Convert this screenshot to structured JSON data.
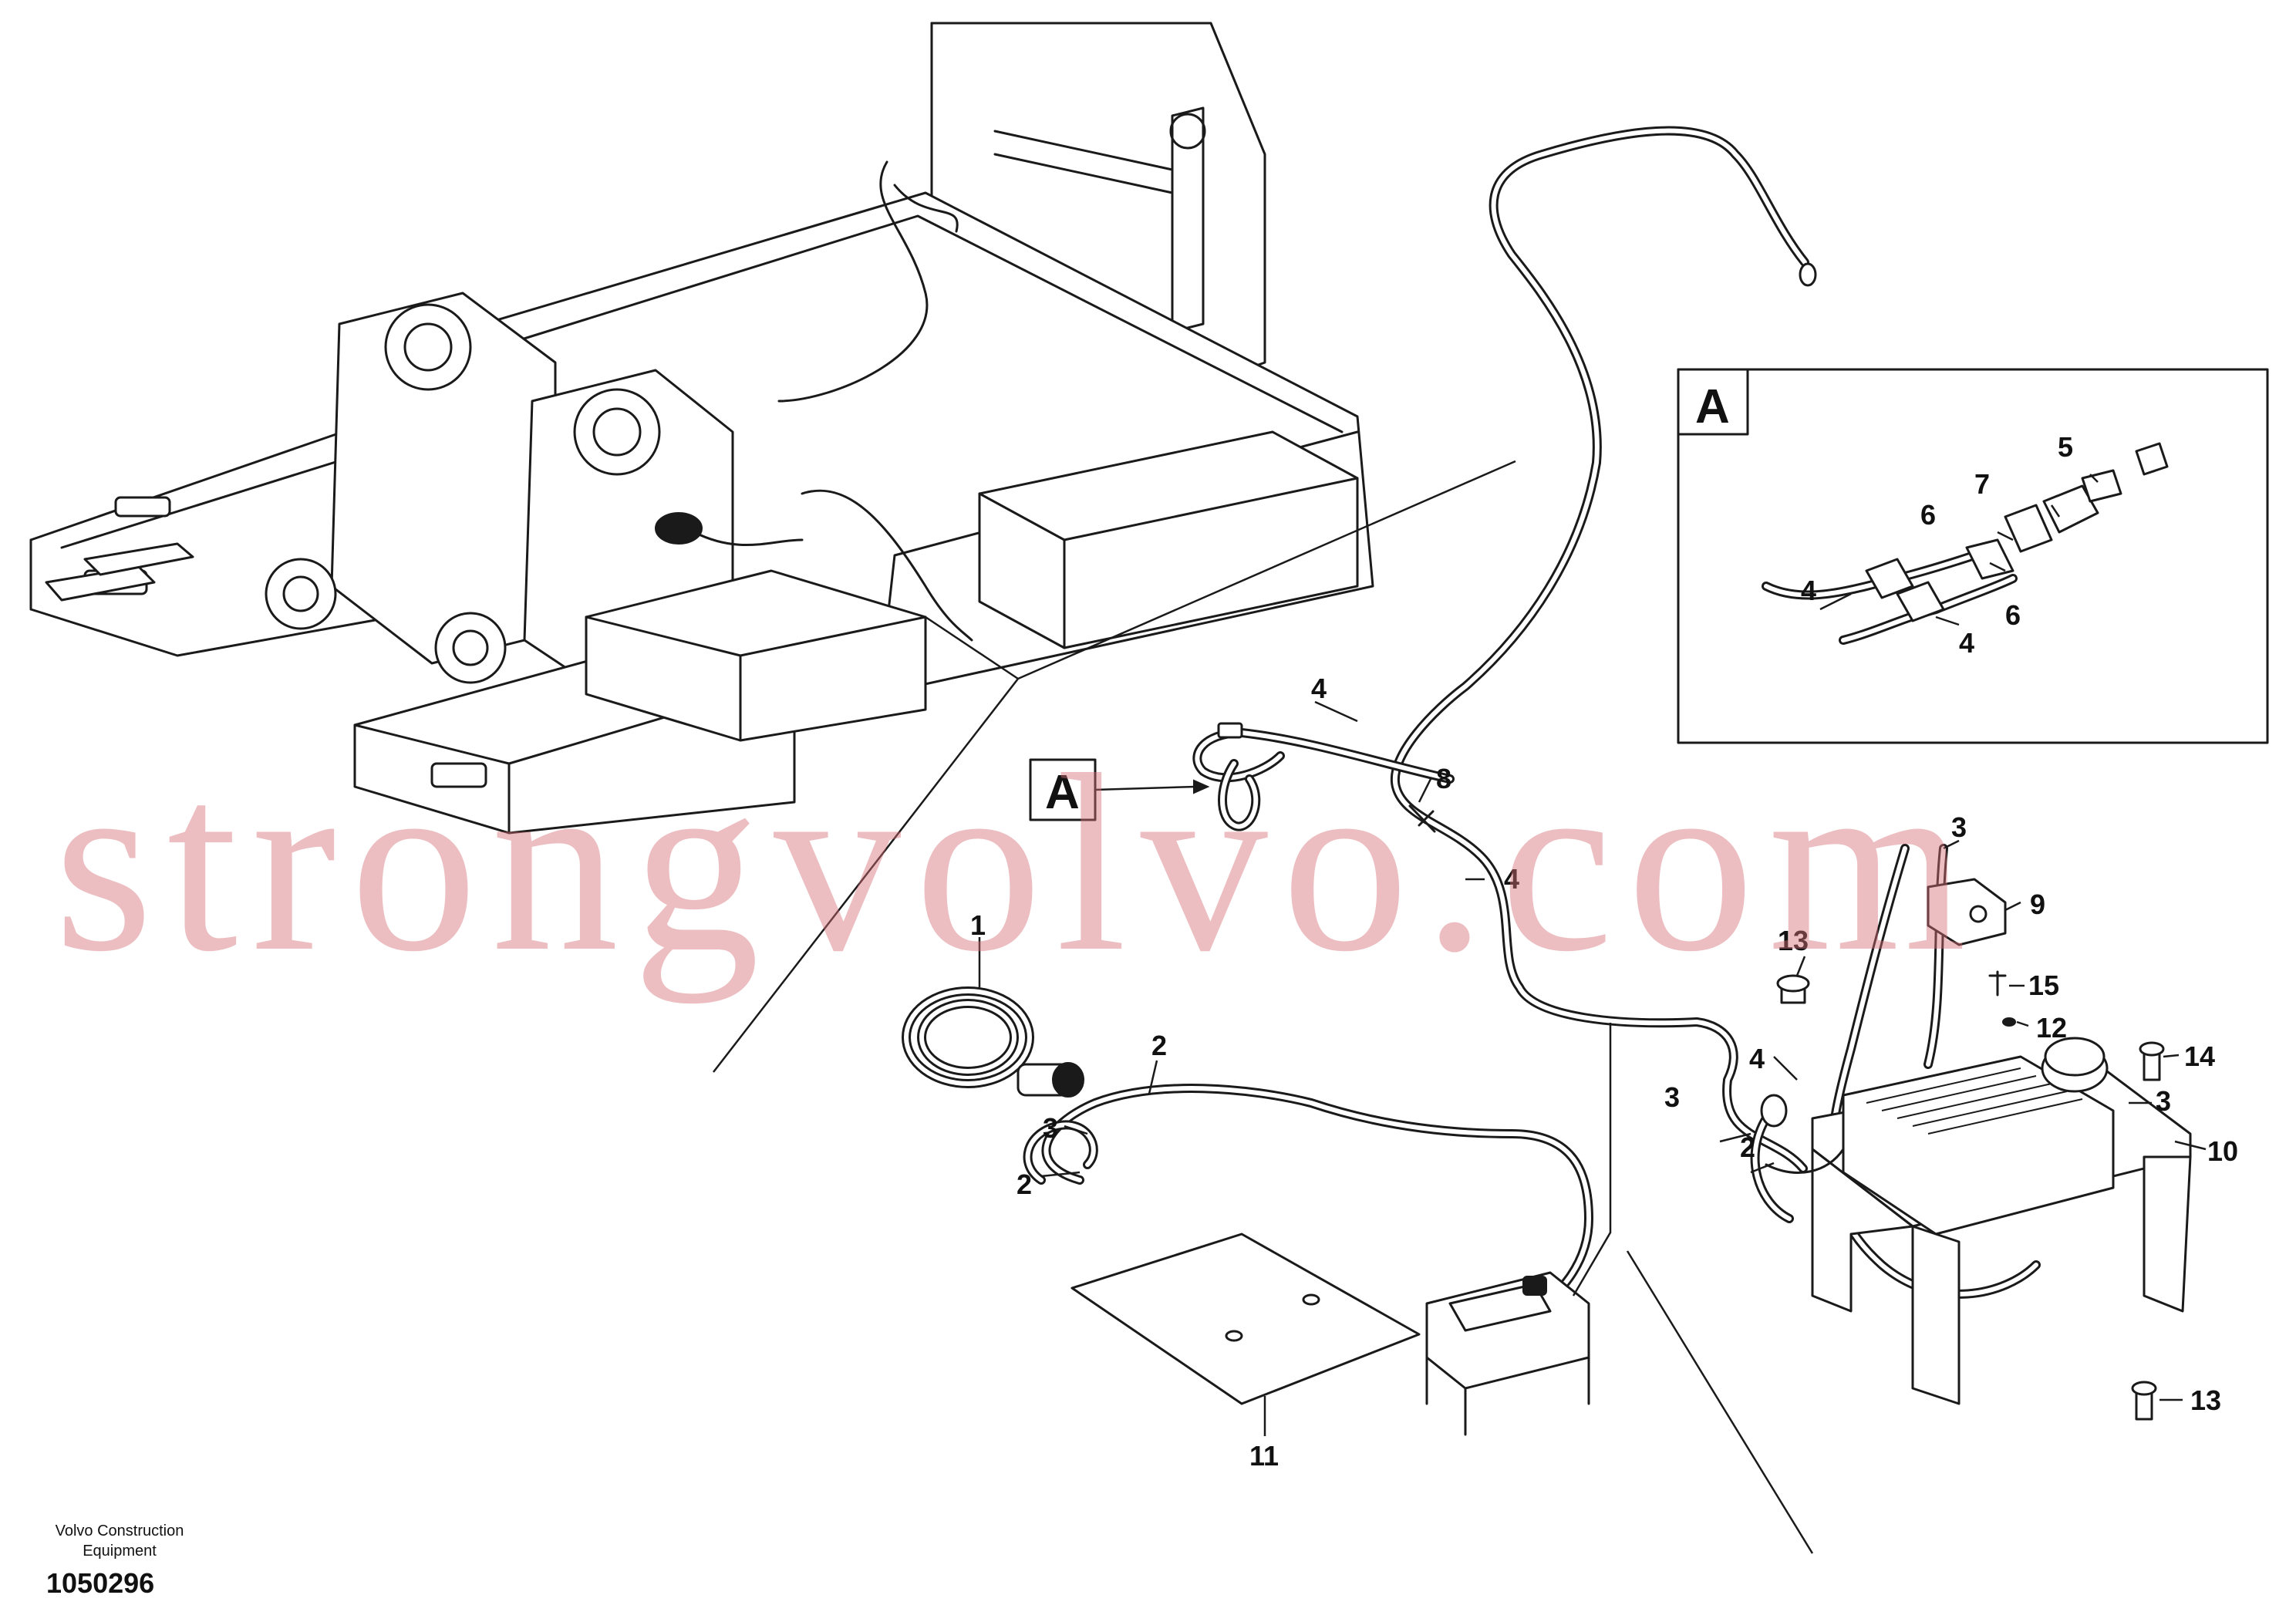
{
  "drawing": {
    "company": "Volvo Construction Equipment",
    "number": "1050296",
    "watermark": "strongvolvo.com"
  },
  "detail": {
    "label": "A"
  },
  "callouts": {
    "c1": "1",
    "c2a": "2",
    "c2b": "2",
    "c2c": "2",
    "c3a": "3",
    "c3b": "3",
    "c3c": "3",
    "c3d": "3",
    "c4a": "4",
    "c4b": "4",
    "c4c": "4",
    "c4d": "4",
    "c4e": "4",
    "c5": "5",
    "c6a": "6",
    "c6b": "6",
    "c7": "7",
    "c8": "8",
    "c9": "9",
    "c10": "10",
    "c11": "11",
    "c12": "12",
    "c13a": "13",
    "c13b": "13",
    "c14": "14",
    "c15": "15"
  }
}
